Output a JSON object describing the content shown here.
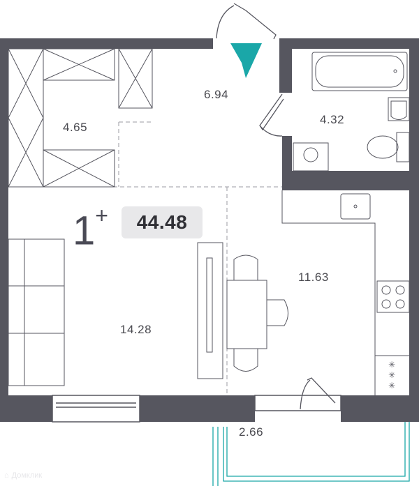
{
  "plan": {
    "rooms_count": "1",
    "rooms_suffix": "+",
    "total_area": "44.48",
    "areas": {
      "hall": "6.94",
      "wardrobe": "4.65",
      "bathroom": "4.32",
      "kitchen": "11.63",
      "living": "14.28",
      "balcony": "2.66"
    },
    "entrance_arrow_color": "#1aa7a8",
    "wall_color": "#56565f",
    "balcony_color": "#1aa7a8"
  },
  "watermark": {
    "text": "Домклик"
  }
}
